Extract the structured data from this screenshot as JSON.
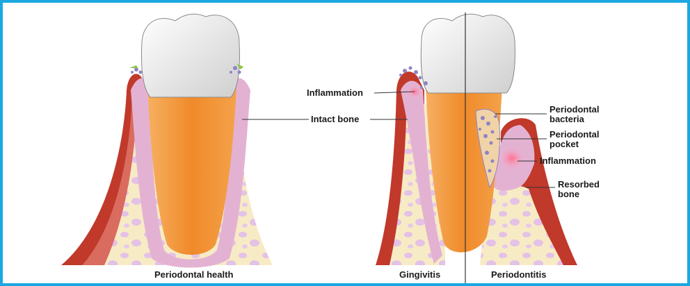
{
  "diagram": {
    "panels": {
      "health": {
        "caption": "Periodontal health"
      },
      "gingivitis": {
        "caption": "Gingivitis"
      },
      "periodontitis": {
        "caption": "Periodontitis"
      }
    },
    "callouts": {
      "inflammation_gingivitis": "Inflammation",
      "intact_bone": "Intact bone",
      "periodontal_bacteria": [
        "Periodontal",
        "bacteria"
      ],
      "periodontal_pocket": [
        "Periodontal",
        "pocket"
      ],
      "inflammation_periodontitis": "Inflammation",
      "resorbed_bone": [
        "Resorbed",
        "bone"
      ]
    },
    "colors": {
      "border": "#1ba8e0",
      "crown": "#e6e6e6",
      "root": "#f08a2a",
      "gum": "#c0392b",
      "ligament": "#e3b2d2",
      "bone": "#f7ebc6",
      "bone_pores": "#e4c1e6",
      "bacteria": "#8f84c4"
    }
  }
}
